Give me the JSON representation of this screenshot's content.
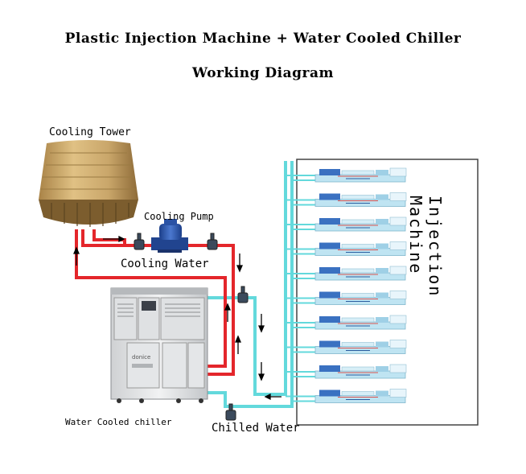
{
  "title": {
    "line1": "Plastic Injection Machine + Water Cooled Chiller",
    "line2": "Working Diagram"
  },
  "labels": {
    "cooling_tower": "Cooling Tower",
    "cooling_pump": "Cooling Pump",
    "cooling_water": "Cooling Water",
    "water_cooled_chiller": "Water Cooled chiller",
    "chilled_water": "Chilled Water",
    "injection_machine": "Injection Machine"
  },
  "chiller_brand": "donice",
  "colors": {
    "cooling_water_pipe": "#e4262b",
    "chilled_water_pipe": "#63d9dc",
    "tower_body": "#c9a76a",
    "machine_body": "#a8d6ea"
  }
}
